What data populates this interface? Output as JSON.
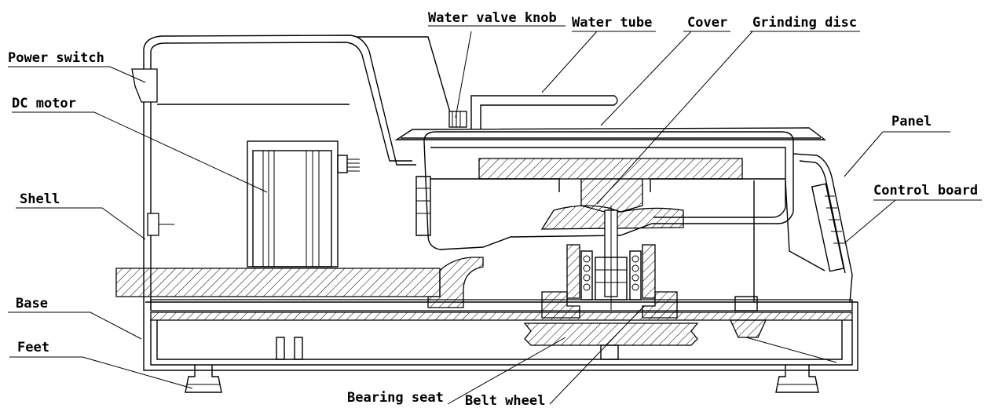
{
  "labels": {
    "power_switch": "Power switch",
    "dc_motor": "DC motor",
    "shell": "Shell",
    "base": "Base",
    "feet": "Feet",
    "water_valve_knob": "Water valve knob",
    "water_tube": "Water tube",
    "cover": "Cover",
    "grinding_disc": "Grinding disc",
    "panel": "Panel",
    "control_board": "Control board",
    "bearing_seat": "Bearing seat",
    "belt_wheel": "Belt wheel"
  }
}
